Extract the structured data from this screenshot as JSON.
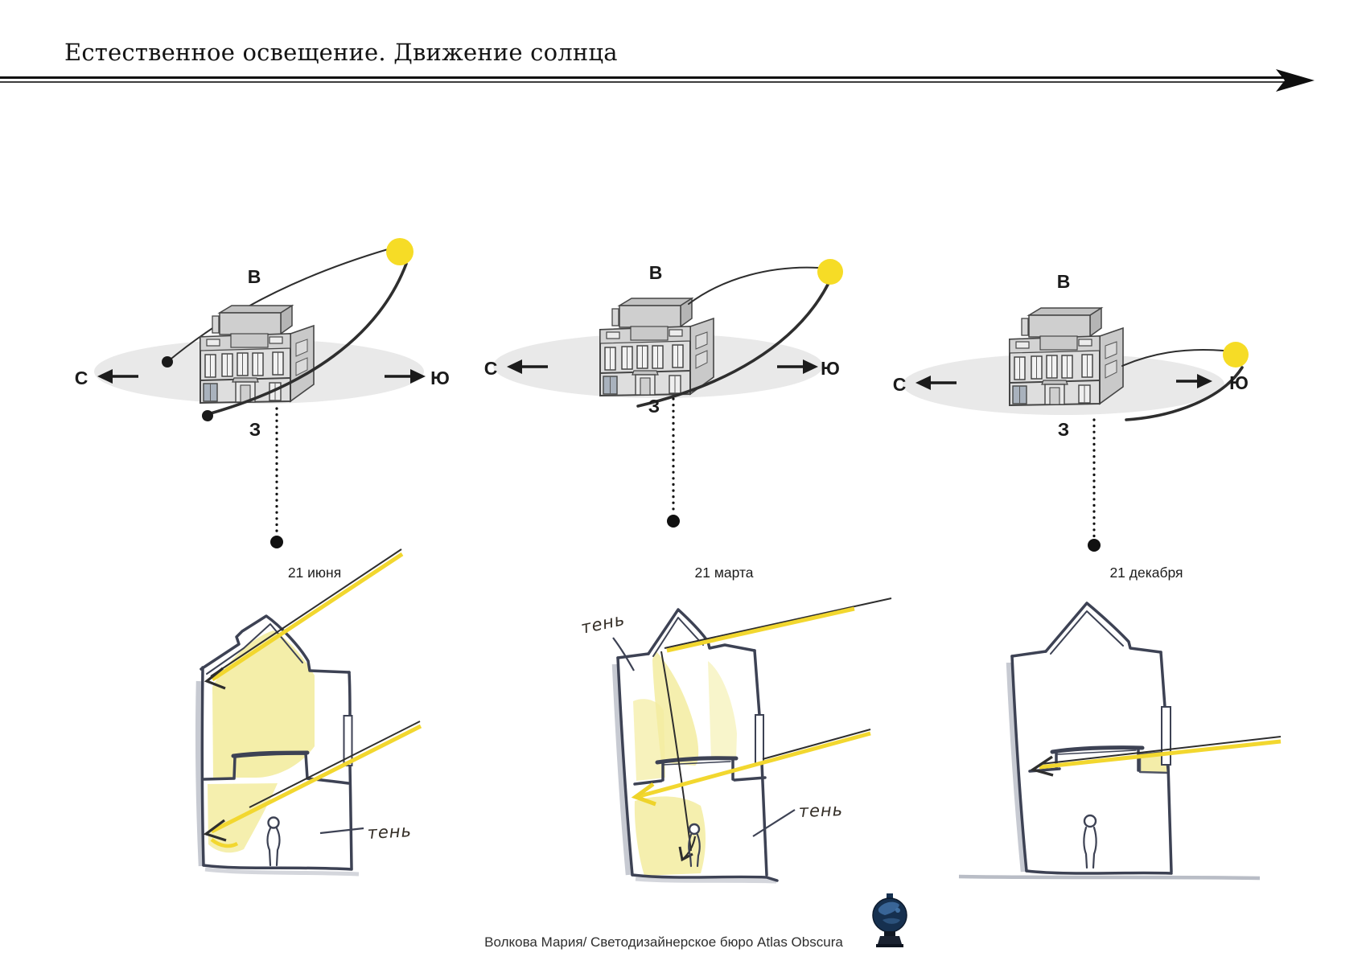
{
  "header": {
    "title": "Естественное освещение. Движение солнца"
  },
  "compass": {
    "east": "В",
    "north": "С",
    "south": "Ю",
    "west": "З"
  },
  "diagrams": [
    {
      "date": "21 июня",
      "sun_altitude": "high"
    },
    {
      "date": "21 марта",
      "sun_altitude": "medium"
    },
    {
      "date": "21 декабря",
      "sun_altitude": "low"
    }
  ],
  "sections": [
    {
      "shadow_label": "тень"
    },
    {
      "shadow_label_top": "тень",
      "shadow_label_right": "тень"
    },
    {}
  ],
  "footer": {
    "credit": "Волкова Мария/ Светодизайнерское бюро Atlas Obscura",
    "logo": "globe-icon"
  },
  "colors": {
    "sun": "#F6DC26",
    "ray": "#F2D72F",
    "light_wash": "#F3ECA0",
    "section_ink": "#3D4254",
    "ground_ellipse": "#E9E9E9"
  }
}
